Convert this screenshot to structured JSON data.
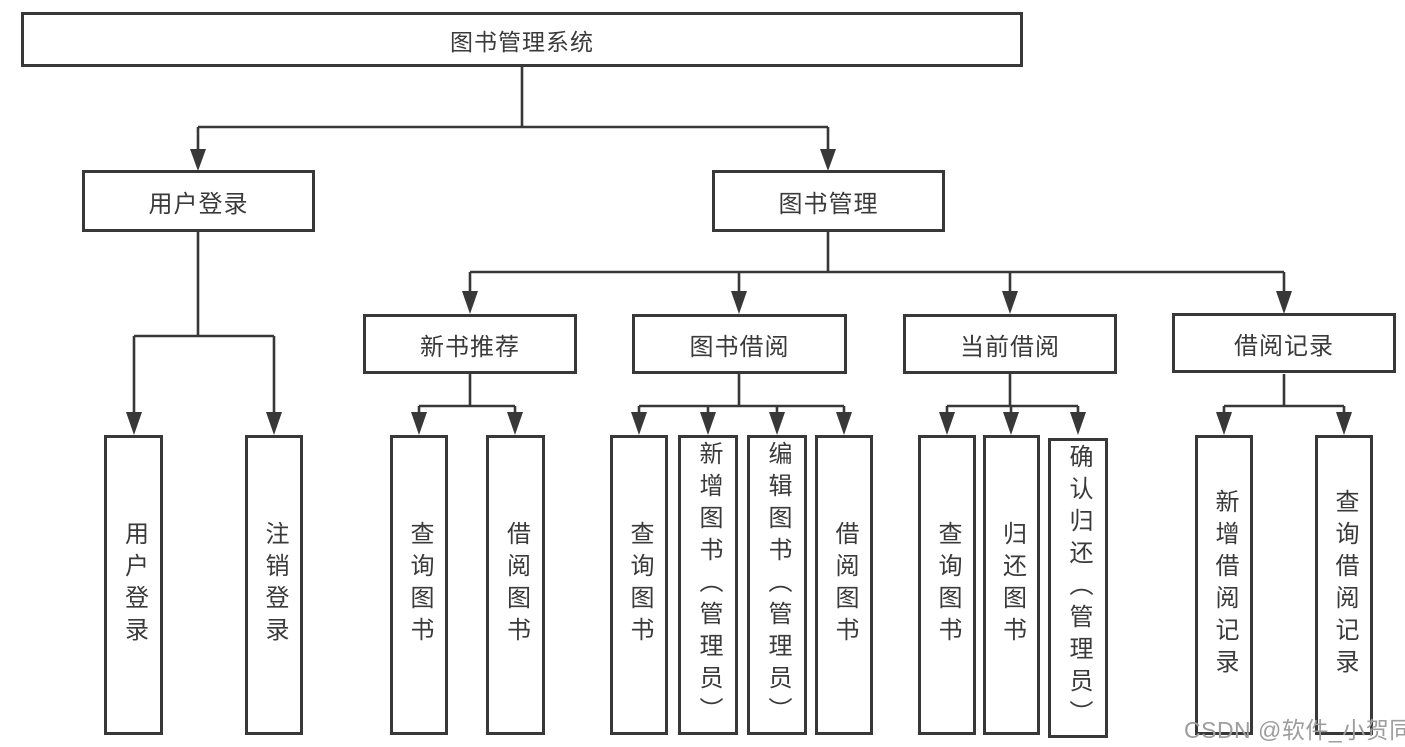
{
  "diagram": {
    "tree": {
      "label": "图书管理系统",
      "children": [
        {
          "label": "用户登录",
          "children": [
            {
              "label": "用户登录"
            },
            {
              "label": "注销登录"
            }
          ]
        },
        {
          "label": "图书管理",
          "children": [
            {
              "label": "新书推荐",
              "children": [
                {
                  "label": "查询图书"
                },
                {
                  "label": "借阅图书"
                }
              ]
            },
            {
              "label": "图书借阅",
              "children": [
                {
                  "label": "查询图书"
                },
                {
                  "label": "新增图书（管理员）"
                },
                {
                  "label": "编辑图书（管理员）"
                },
                {
                  "label": "借阅图书"
                }
              ]
            },
            {
              "label": "当前借阅",
              "children": [
                {
                  "label": "查询图书"
                },
                {
                  "label": "归还图书"
                },
                {
                  "label": "确认归还（管理员）"
                }
              ]
            },
            {
              "label": "借阅记录",
              "children": [
                {
                  "label": "新增借阅记录"
                },
                {
                  "label": "查询借阅记录"
                }
              ]
            }
          ]
        }
      ]
    },
    "colors": {
      "line": "#383838",
      "box_border": "#383838",
      "text": "#3a3a3a",
      "background": "#ffffff",
      "watermark": "#9d9d9d"
    }
  },
  "watermark": {
    "text": "CSDN @软件_小贺同学"
  }
}
